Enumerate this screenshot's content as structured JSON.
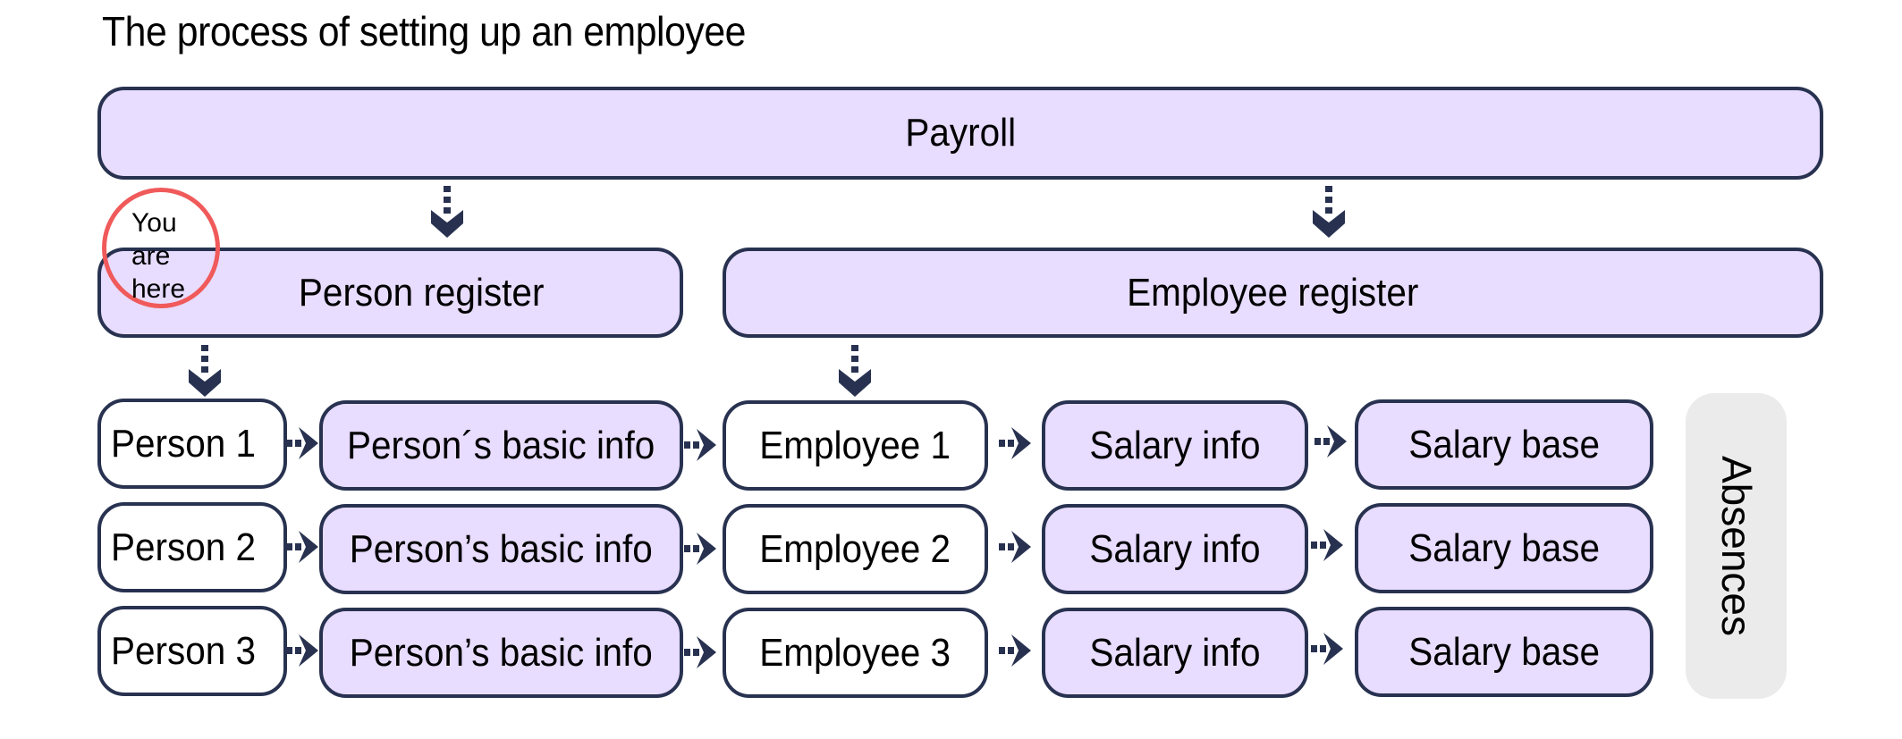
{
  "title": "The process of setting up an employee",
  "colors": {
    "box_fill": "#e8dcff",
    "box_border": "#283250",
    "arrow": "#283250",
    "marker_ring": "#f05a5a",
    "side_panel": "#ebebeb"
  },
  "top": {
    "label": "Payroll"
  },
  "registers": [
    {
      "label": "Person register"
    },
    {
      "label": "Employee register"
    }
  ],
  "marker": {
    "label": "You are here",
    "icon": "location-marker-circle"
  },
  "rows": [
    {
      "person": "Person 1",
      "basic_info": "Person´s basic info",
      "employee": "Employee 1",
      "salary_info": "Salary info",
      "salary_base": "Salary base"
    },
    {
      "person": "Person 2",
      "basic_info": "Person’s basic info",
      "employee": "Employee 2",
      "salary_info": "Salary info",
      "salary_base": "Salary base"
    },
    {
      "person": "Person 3",
      "basic_info": "Person’s basic info",
      "employee": "Employee 3",
      "salary_info": "Salary info",
      "salary_base": "Salary base"
    }
  ],
  "side_panel": {
    "label": "Absences"
  },
  "icons": {
    "down_arrow": "dashed-chevron-down-arrow",
    "right_arrow": "dashed-chevron-right-arrow"
  }
}
